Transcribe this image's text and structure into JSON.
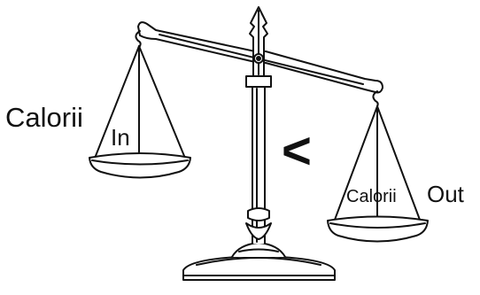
{
  "labels": {
    "left_word": "Calorii",
    "left_sub": "In",
    "right_word": "Calorii",
    "right_sub": "Out",
    "comparison_symbol": "<"
  },
  "icons": [
    "balance-scale-icon",
    "finial-icon"
  ],
  "colors": {
    "ink": "#111111",
    "background": "#ffffff"
  },
  "scale_state": "tilted: left pan raised, right pan lowered"
}
